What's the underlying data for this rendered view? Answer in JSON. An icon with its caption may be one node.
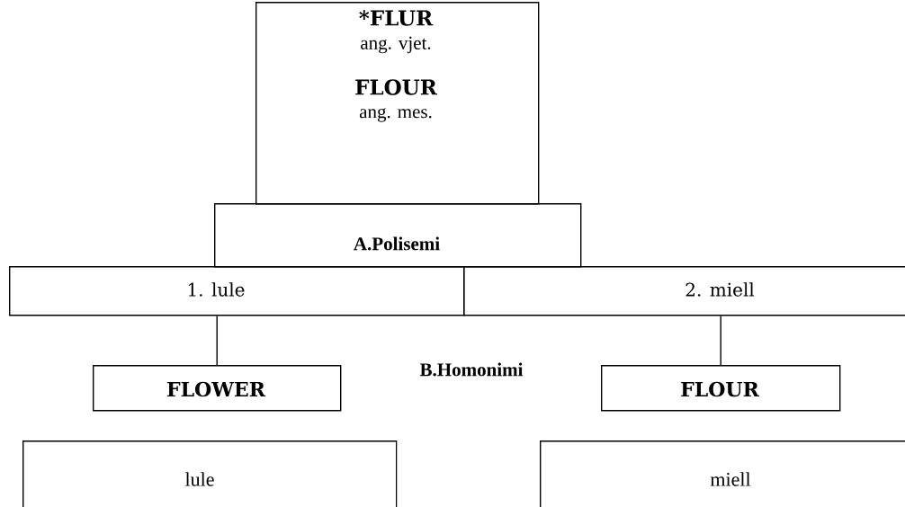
{
  "diagram": {
    "nodes": [
      {
        "text": [
          "*FLUR",
          "ang. vjet.",
          "FLOUR",
          "ang. mes."
        ]
      },
      {
        "text": [
          "A.Polisemi"
        ]
      },
      {
        "text": [
          "1. lule"
        ]
      },
      {
        "text": [
          "2. miell"
        ]
      },
      {
        "text": [
          "FLOWER"
        ]
      },
      {
        "text": [
          "FLOUR"
        ]
      },
      {
        "text": [
          "lule"
        ]
      },
      {
        "text": [
          "miell"
        ]
      }
    ],
    "edges": [
      {
        "from": 2,
        "to": 4,
        "arrow": "none"
      },
      {
        "from": 3,
        "to": 5,
        "arrow": "none"
      }
    ],
    "labels": [
      "B.Homonimi"
    ]
  }
}
